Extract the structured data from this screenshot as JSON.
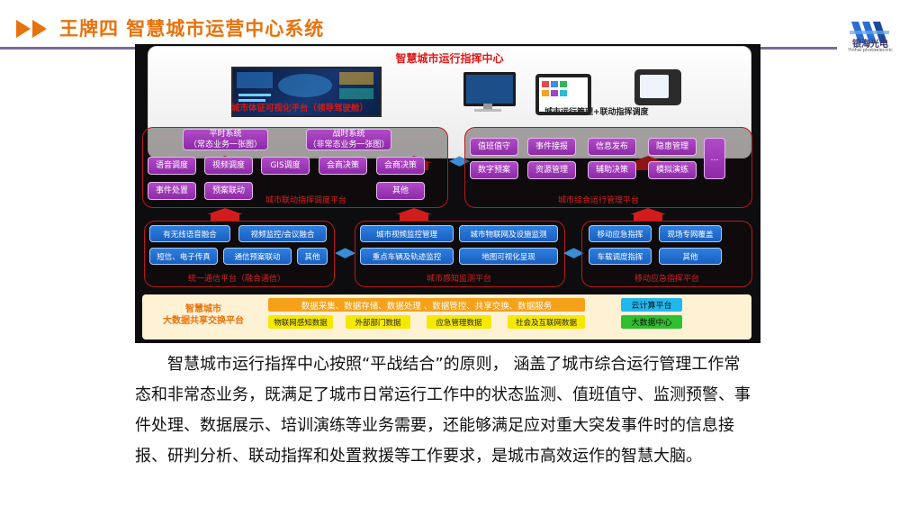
{
  "header": {
    "title": "王牌四  智慧城市运营中心系统",
    "logo_name": "银海光电",
    "logo_sub": "Yinhai photoelectric"
  },
  "command_center": {
    "title": "智慧城市运行指挥中心",
    "dashboard_label": "城市体征可视化平台（领导驾驶舱）",
    "mgmt_label": "城市运行管理+联动指挥调度"
  },
  "left_section": {
    "label": "城市联动指挥调度平台",
    "pills": [
      "平时系统\n（常态业务一张图）",
      "战时系统\n（非常态业务一张图）",
      "语音调度",
      "视频调度",
      "GIS调度",
      "会商决策",
      "会商决策",
      "事件处置",
      "预案联动",
      "其他"
    ]
  },
  "right_section": {
    "label": "城市综合运行管理平台",
    "pills": [
      "值班值守",
      "事件接报",
      "信息发布",
      "隐患管理",
      "数字预案",
      "资源管理",
      "辅助决策",
      "模拟演练",
      "…"
    ]
  },
  "lower_left": {
    "label": "统一通信平台（融合通信）",
    "boxes": [
      "有无线语音融合",
      "视频监控/会议融合",
      "短信、电子传真",
      "通信预案联动",
      "其他"
    ]
  },
  "lower_mid": {
    "label": "城市感知监测平台",
    "boxes": [
      "城市视频监控管理",
      "城市物联网及设施监测",
      "重点车辆及轨迹监控",
      "地图可视化呈现"
    ]
  },
  "lower_right": {
    "label": "移动应急指挥平台",
    "boxes": [
      "移动应急指挥",
      "现场专网覆盖",
      "车载调度指挥",
      "其他"
    ]
  },
  "platform": {
    "title": "智慧城市\n大数据共享交换平台",
    "services": "数据采集、数据存储、数据处理 、数据管控、共享交换、数据服务",
    "sources": [
      "物联网感知数据",
      "外部部门数据",
      "应急管理数据",
      "社会及互联网数据"
    ],
    "cloud": "云计算平台",
    "bigdata": "大数据中心"
  },
  "paragraph": "智慧城市运行指挥中心按照“平战结合”的原则， 涵盖了城市综合运行管理工作常态和非常态业务，既满足了城市日常运行工作中的状态监测、值班值守、监测预警、事件处理、数据展示、培训演练等业务需要，还能够满足应对重大突发事件时的信息接报、研判分析、联动指挥和处置救援等工作要求，是城市高效运作的智慧大脑。",
  "colors": {
    "title_orange": "#e8720c",
    "frame_red": "#b81a1a",
    "pill_purple": "#9b35b5",
    "box_blue": "#1f66c9",
    "platform_bg": "#fff2d4"
  }
}
